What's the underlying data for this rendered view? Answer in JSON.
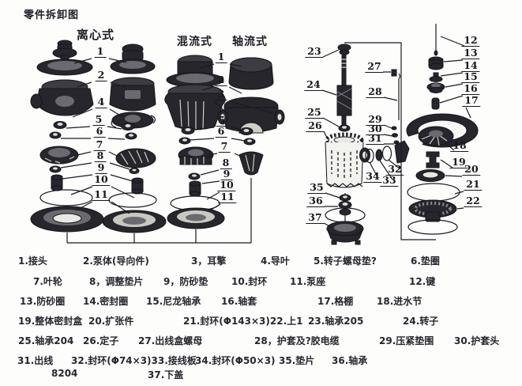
{
  "page": {
    "title": "零件拆卸图"
  },
  "diagram": {
    "groups": [
      {
        "label": "离心式"
      },
      {
        "label": "混流式"
      },
      {
        "label": "轴流式"
      }
    ],
    "callouts": {
      "left": [
        "1",
        "2",
        "4",
        "5",
        "6",
        "7",
        "8",
        "9",
        "10",
        "11"
      ],
      "middle": [
        "1",
        "2",
        "3",
        "5",
        "6",
        "7",
        "8",
        "9",
        "10",
        "11"
      ],
      "motor_left": [
        "23",
        "24",
        "25",
        "26",
        "27",
        "28",
        "29",
        "30",
        "31",
        "32",
        "33",
        "34",
        "35",
        "36",
        "37"
      ],
      "motor_right": [
        "12",
        "13",
        "14",
        "15",
        "16",
        "17",
        "18",
        "19",
        "20",
        "21",
        "22"
      ]
    }
  },
  "legend": {
    "rows": [
      {
        "items": [
          "1.接头",
          "2.泵体(导向件)",
          "3，耳擎",
          "4.导叶",
          "5.转子螺母垫?",
          "6.垫圈"
        ]
      },
      {
        "items": [
          "7.叶轮",
          "8，调整垫片",
          "9，防砂垫",
          "10.封环",
          "11.泵座",
          "12.键"
        ]
      },
      {
        "items": [
          "13.防砂圈",
          "14.密封圈",
          "15.尼龙轴承",
          "16.轴套",
          "17.格棚",
          "18.进水节"
        ]
      },
      {
        "items": [
          "19.整体密封盒",
          "20.扩张件",
          "21.封环(Φ143×3)22.上1",
          "23.轴承205",
          "24.转子"
        ]
      },
      {
        "items": [
          "25.轴承204",
          "26.定子",
          "27.出线盒螺母",
          "28，护套及?胶电缆",
          "29.压紧垫围",
          "30.护套头"
        ]
      },
      {
        "items": [
          "31.出线",
          "32.封环(Φ74×3)33.接线板",
          "34.封环(Φ50×3)",
          "35.垫片",
          "36.轴承"
        ]
      },
      {
        "items": [
          "8204",
          "37.下盖"
        ]
      }
    ]
  },
  "colors": {
    "ink": "#1b1b22",
    "paper": "#fdfdfc"
  }
}
